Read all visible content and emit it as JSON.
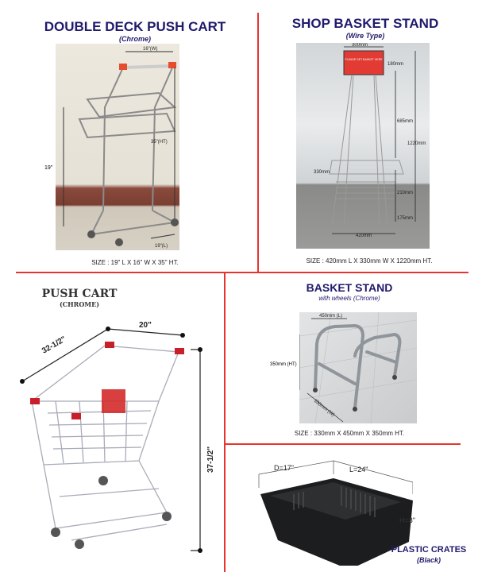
{
  "sections": {
    "double_deck": {
      "title": "DOUBLE DECK PUSH CART",
      "subtitle": "(Chrome)",
      "dims": {
        "width": "16\"(W)",
        "height": "35\"(HT)",
        "side": "19\"",
        "length": "19\"(L)"
      },
      "size": "SIZE : 19\" L X 16\" W X 35\" HT."
    },
    "shop_basket_stand": {
      "title": "SHOP BASKET STAND",
      "subtitle": "(Wire Type)",
      "sign_text": "PLEASE GET BASKET HERE",
      "dims": {
        "top": "300mm",
        "sign": "180mm",
        "mid": "685mm",
        "total": "1220mm",
        "width": "330mm",
        "lower": "210mm",
        "bottom": "175mm",
        "base": "420mm"
      },
      "size": "SIZE : 420mm L X 330mm W X 1220mm HT."
    },
    "push_cart": {
      "title": "PUSH CART",
      "subtitle": "(CHROME)",
      "dims": {
        "width": "20\"",
        "length": "32-1/2\"",
        "height": "37-1/2\""
      }
    },
    "basket_stand": {
      "title": "BASKET STAND",
      "subtitle": "with wheels (Chrome)",
      "dims": {
        "length": "450mm (L)",
        "height": "350mm (HT)",
        "width": "330mm (W)"
      },
      "size": "SIZE : 330mm X 450mm X 350mm HT."
    },
    "plastic_crates": {
      "title": "PLASTIC CRATES",
      "subtitle": "(Black)",
      "dims": {
        "depth": "D=17\"",
        "length": "L=24\"",
        "height": "H=8\""
      }
    }
  },
  "colors": {
    "divider": "#e8342f",
    "title": "#1f1a6b",
    "accent_red": "#d42a2a"
  }
}
